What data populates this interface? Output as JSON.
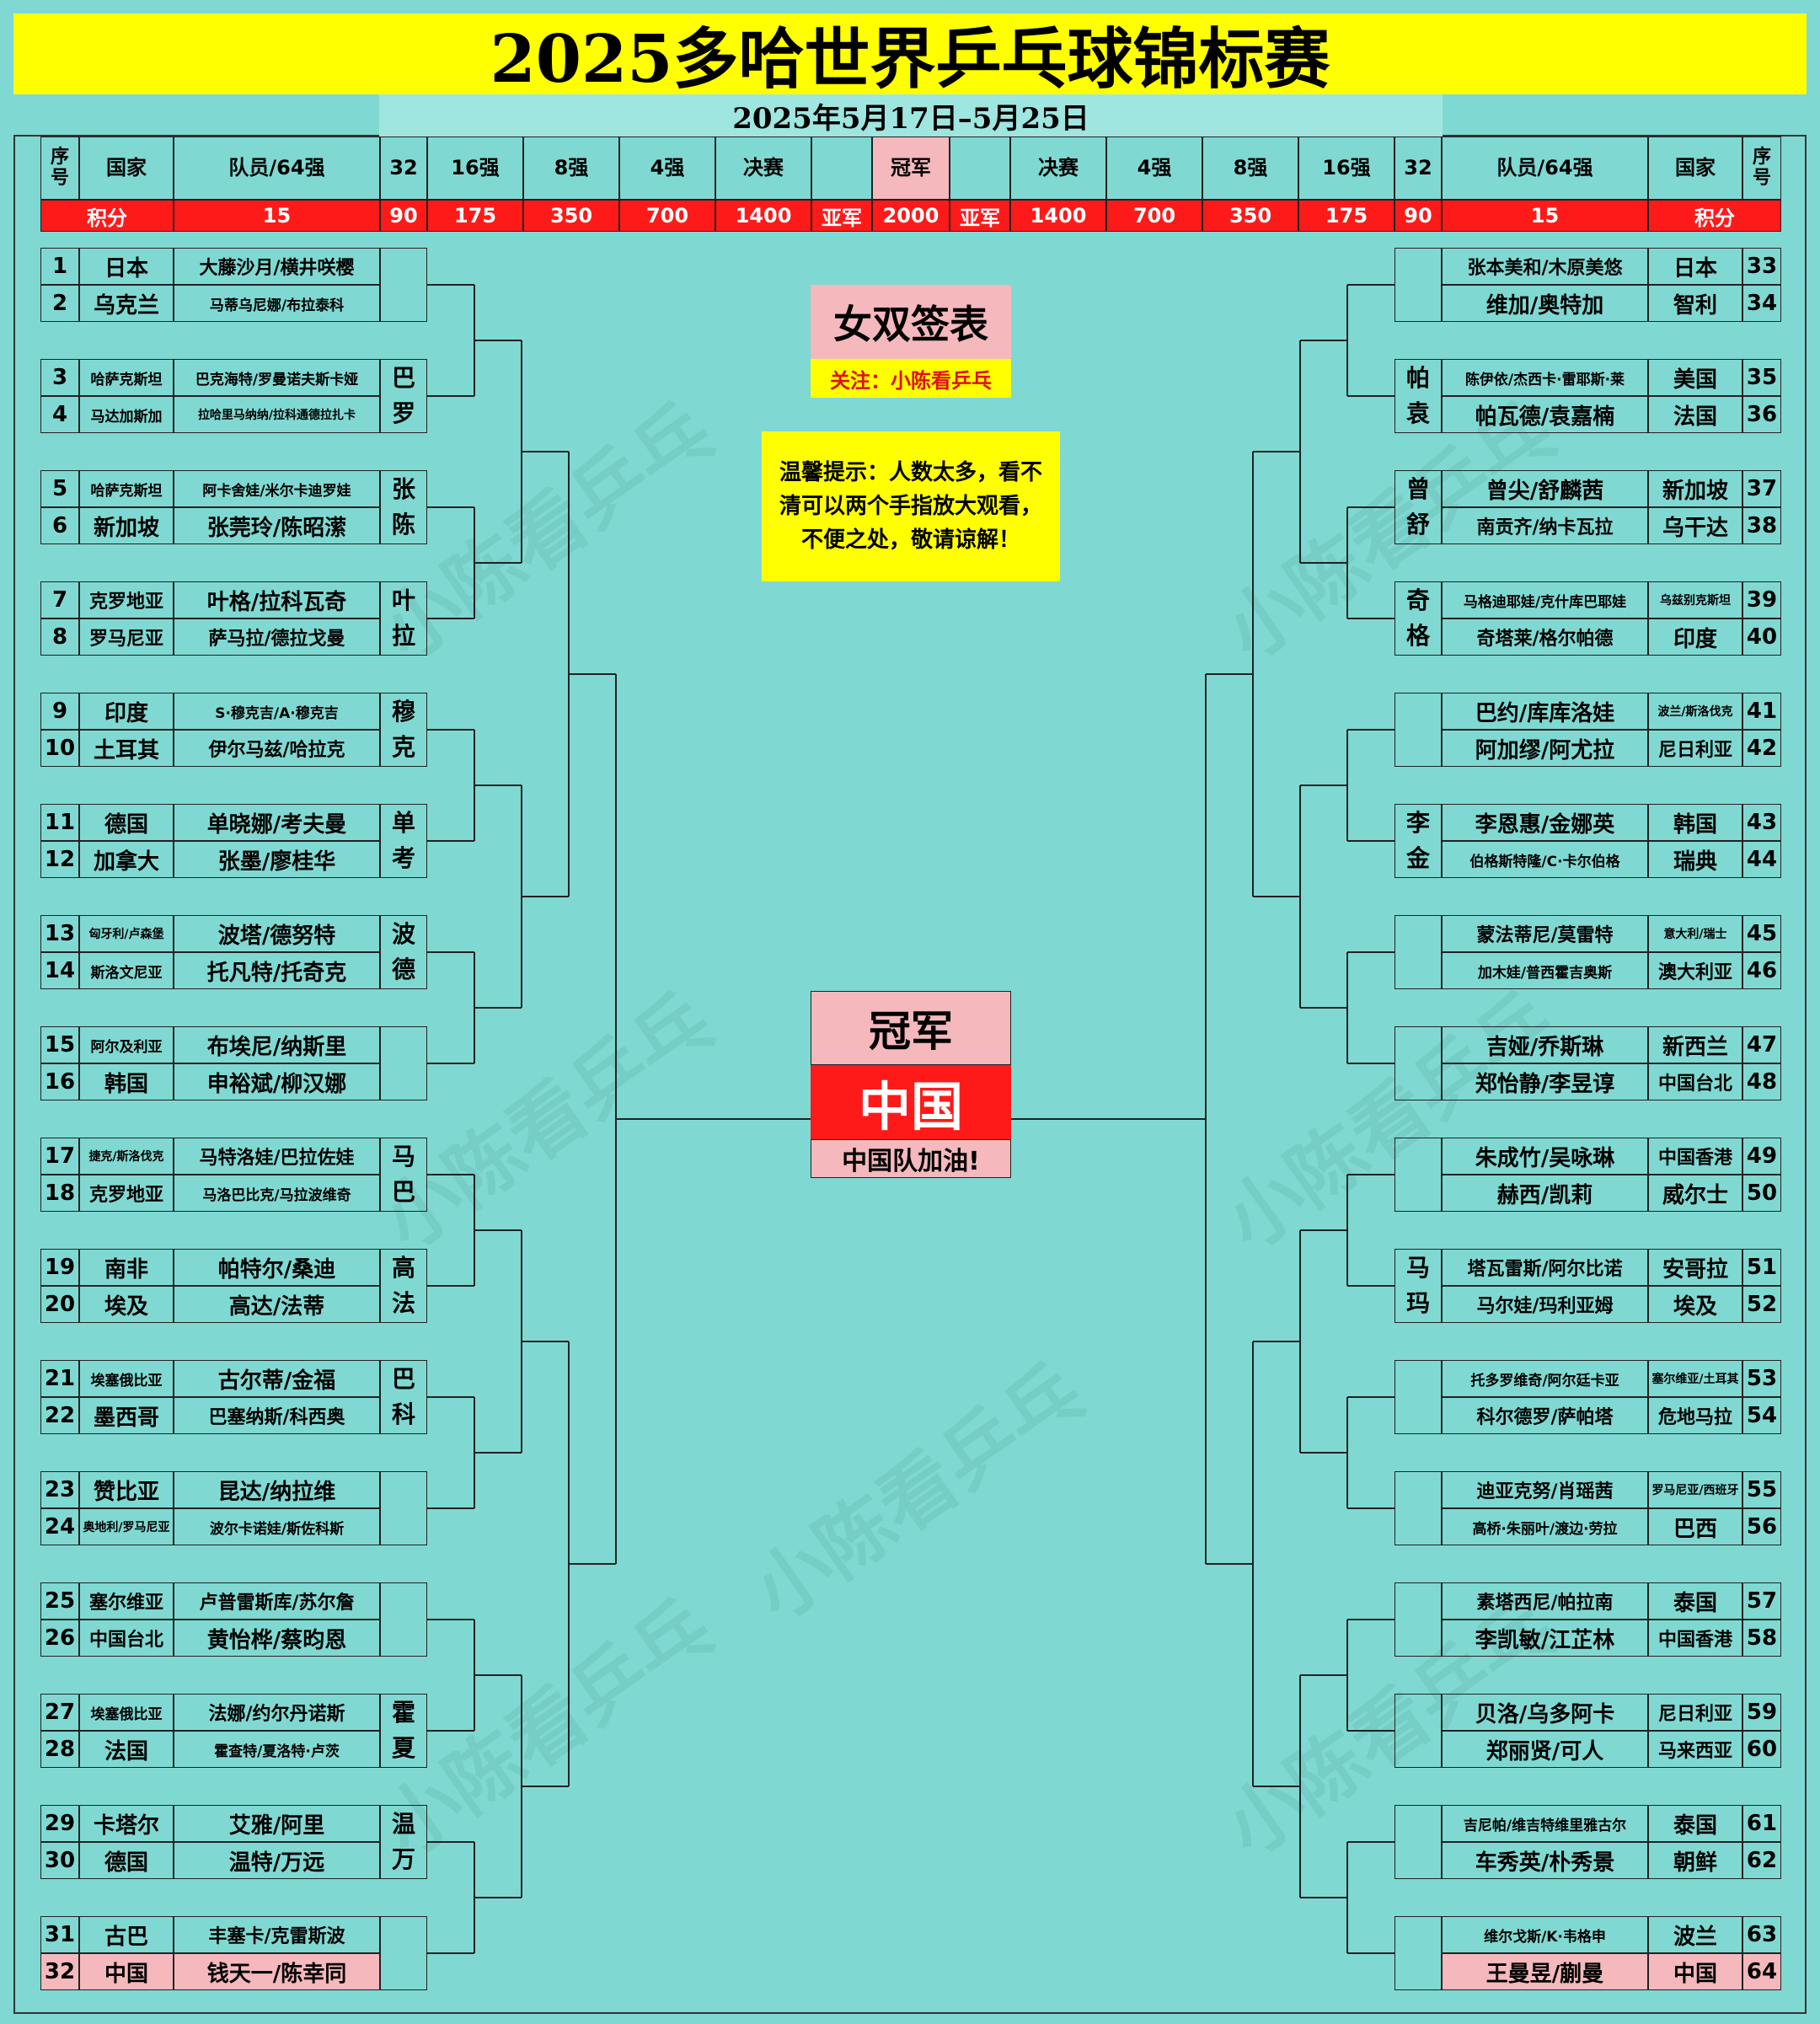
{
  "title": "2025多哈世界乒乓球锦标赛",
  "date_range": "2025年5月17日–5月25日",
  "header_left": {
    "seq": "序号",
    "country": "国家",
    "team": "队员/64强",
    "r32": "32",
    "r16": "16强",
    "qf": "8强",
    "sf": "4强",
    "final": "决赛"
  },
  "header_center": "冠军",
  "header_right": {
    "final": "决赛",
    "sf": "4强",
    "qf": "8强",
    "r16": "16强",
    "r32": "32",
    "team": "队员/64强",
    "country": "国家",
    "seq": "序号"
  },
  "points_left": {
    "label": "积分",
    "team": "15",
    "r32": "90",
    "r16": "175",
    "qf": "350",
    "sf": "700",
    "final": "1400",
    "runner": "亚军"
  },
  "points_center": "2000",
  "points_right": {
    "runner": "亚军",
    "final": "1400",
    "sf": "700",
    "qf": "350",
    "r16": "175",
    "r32": "90",
    "team": "15",
    "label": "积分"
  },
  "sheet_title": "女双签表",
  "follow": "关注：小陈看乒乓",
  "tip": "温馨提示：人数太多，看不清可以两个手指放大观看，不便之处，敬请谅解！",
  "champion_label": "冠军",
  "champion": "中国",
  "cheer": "中国队加油!",
  "watermark": "小陈看乒乓",
  "left": [
    {
      "n": "1",
      "c": "日本",
      "t": "大藤沙月/横井咲樱"
    },
    {
      "n": "2",
      "c": "乌克兰",
      "t": "马蒂乌尼娜/布拉泰科"
    },
    {
      "n": "3",
      "c": "哈萨克斯坦",
      "t": "巴克海特/罗曼诺夫斯卡娅"
    },
    {
      "n": "4",
      "c": "马达加斯加",
      "t": "拉哈里马纳纳/拉科通德拉扎卡"
    },
    {
      "n": "5",
      "c": "哈萨克斯坦",
      "t": "阿卡舍娃/米尔卡迪罗娃"
    },
    {
      "n": "6",
      "c": "新加坡",
      "t": "张莞玲/陈昭潆"
    },
    {
      "n": "7",
      "c": "克罗地亚",
      "t": "叶格/拉科瓦奇"
    },
    {
      "n": "8",
      "c": "罗马尼亚",
      "t": "萨马拉/德拉戈曼"
    },
    {
      "n": "9",
      "c": "印度",
      "t": "S·穆克吉/A·穆克吉"
    },
    {
      "n": "10",
      "c": "土耳其",
      "t": "伊尔马兹/哈拉克"
    },
    {
      "n": "11",
      "c": "德国",
      "t": "单晓娜/考夫曼"
    },
    {
      "n": "12",
      "c": "加拿大",
      "t": "张墨/廖桂华"
    },
    {
      "n": "13",
      "c": "匈牙利/卢森堡",
      "t": "波塔/德努特"
    },
    {
      "n": "14",
      "c": "斯洛文尼亚",
      "t": "托凡特/托奇克"
    },
    {
      "n": "15",
      "c": "阿尔及利亚",
      "t": "布埃尼/纳斯里"
    },
    {
      "n": "16",
      "c": "韩国",
      "t": "申裕斌/柳汉娜"
    },
    {
      "n": "17",
      "c": "捷克/斯洛伐克",
      "t": "马特洛娃/巴拉佐娃"
    },
    {
      "n": "18",
      "c": "克罗地亚",
      "t": "马洛巴比克/马拉波维奇"
    },
    {
      "n": "19",
      "c": "南非",
      "t": "帕特尔/桑迪"
    },
    {
      "n": "20",
      "c": "埃及",
      "t": "高达/法蒂"
    },
    {
      "n": "21",
      "c": "埃塞俄比亚",
      "t": "古尔蒂/金福"
    },
    {
      "n": "22",
      "c": "墨西哥",
      "t": "巴塞纳斯/科西奥"
    },
    {
      "n": "23",
      "c": "赞比亚",
      "t": "昆达/纳拉维"
    },
    {
      "n": "24",
      "c": "奥地利/罗马尼亚",
      "t": "波尔卡诺娃/斯佐科斯"
    },
    {
      "n": "25",
      "c": "塞尔维亚",
      "t": "卢普雷斯库/苏尔詹"
    },
    {
      "n": "26",
      "c": "中国台北",
      "t": "黄怡桦/蔡昀恩"
    },
    {
      "n": "27",
      "c": "埃塞俄比亚",
      "t": "法娜/约尔丹诺斯"
    },
    {
      "n": "28",
      "c": "法国",
      "t": "霍查特/夏洛特·卢茨"
    },
    {
      "n": "29",
      "c": "卡塔尔",
      "t": "艾雅/阿里"
    },
    {
      "n": "30",
      "c": "德国",
      "t": "温特/万远"
    },
    {
      "n": "31",
      "c": "古巴",
      "t": "丰塞卡/克雷斯波"
    },
    {
      "n": "32",
      "c": "中国",
      "t": "钱天一/陈幸同"
    }
  ],
  "right": [
    {
      "n": "33",
      "c": "日本",
      "t": "张本美和/木原美悠"
    },
    {
      "n": "34",
      "c": "智利",
      "t": "维加/奥特加"
    },
    {
      "n": "35",
      "c": "美国",
      "t": "陈伊依/杰西卡·雷耶斯·莱"
    },
    {
      "n": "36",
      "c": "法国",
      "t": "帕瓦德/袁嘉楠"
    },
    {
      "n": "37",
      "c": "新加坡",
      "t": "曾尖/舒麟茜"
    },
    {
      "n": "38",
      "c": "乌干达",
      "t": "南贡齐/纳卡瓦拉"
    },
    {
      "n": "39",
      "c": "乌兹别克斯坦",
      "t": "马格迪耶娃/克什库巴耶娃"
    },
    {
      "n": "40",
      "c": "印度",
      "t": "奇塔莱/格尔帕德"
    },
    {
      "n": "41",
      "c": "波兰/斯洛伐克",
      "t": "巴约/库库洛娃"
    },
    {
      "n": "42",
      "c": "尼日利亚",
      "t": "阿加缪/阿尤拉"
    },
    {
      "n": "43",
      "c": "韩国",
      "t": "李恩惠/金娜英"
    },
    {
      "n": "44",
      "c": "瑞典",
      "t": "伯格斯特隆/C·卡尔伯格"
    },
    {
      "n": "45",
      "c": "意大利/瑞士",
      "t": "蒙法蒂尼/莫雷特"
    },
    {
      "n": "46",
      "c": "澳大利亚",
      "t": "加木娃/普西霍吉奥斯"
    },
    {
      "n": "47",
      "c": "新西兰",
      "t": "吉娅/乔斯琳"
    },
    {
      "n": "48",
      "c": "中国台北",
      "t": "郑怡静/李昱谆"
    },
    {
      "n": "49",
      "c": "中国香港",
      "t": "朱成竹/吴咏琳"
    },
    {
      "n": "50",
      "c": "威尔士",
      "t": "赫西/凯莉"
    },
    {
      "n": "51",
      "c": "安哥拉",
      "t": "塔瓦雷斯/阿尔比诺"
    },
    {
      "n": "52",
      "c": "埃及",
      "t": "马尔娃/玛利亚姆"
    },
    {
      "n": "53",
      "c": "塞尔维亚/土耳其",
      "t": "托多罗维奇/阿尔廷卡亚"
    },
    {
      "n": "54",
      "c": "危地马拉",
      "t": "科尔德罗/萨帕塔"
    },
    {
      "n": "55",
      "c": "罗马尼亚/西班牙",
      "t": "迪亚克努/肖瑶茜"
    },
    {
      "n": "56",
      "c": "巴西",
      "t": "高桥·朱丽叶/渡边·劳拉"
    },
    {
      "n": "57",
      "c": "泰国",
      "t": "素塔西尼/帕拉南"
    },
    {
      "n": "58",
      "c": "中国香港",
      "t": "李凯敏/江芷林"
    },
    {
      "n": "59",
      "c": "尼日利亚",
      "t": "贝洛/乌多阿卡"
    },
    {
      "n": "60",
      "c": "马来西亚",
      "t": "郑丽贤/可人"
    },
    {
      "n": "61",
      "c": "泰国",
      "t": "吉尼帕/维吉特维里雅古尔"
    },
    {
      "n": "62",
      "c": "朝鲜",
      "t": "车秀英/朴秀景"
    },
    {
      "n": "63",
      "c": "波兰",
      "t": "维尔戈斯/K·韦格申"
    },
    {
      "n": "64",
      "c": "中国",
      "t": "王曼昱/蒯曼"
    }
  ],
  "left_r32": [
    {
      "a": "",
      "b": ""
    },
    {
      "a": "巴",
      "b": "罗"
    },
    {
      "a": "张",
      "b": "陈"
    },
    {
      "a": "叶",
      "b": "拉"
    },
    {
      "a": "穆",
      "b": "克"
    },
    {
      "a": "单",
      "b": "考"
    },
    {
      "a": "波",
      "b": "德"
    },
    {
      "a": "",
      "b": ""
    },
    {
      "a": "马",
      "b": "巴"
    },
    {
      "a": "高",
      "b": "法"
    },
    {
      "a": "巴",
      "b": "科"
    },
    {
      "a": "",
      "b": ""
    },
    {
      "a": "",
      "b": ""
    },
    {
      "a": "霍",
      "b": "夏"
    },
    {
      "a": "温",
      "b": "万"
    },
    {
      "a": "",
      "b": ""
    }
  ],
  "right_r32": [
    {
      "a": "",
      "b": ""
    },
    {
      "a": "帕",
      "b": "袁"
    },
    {
      "a": "曾",
      "b": "舒"
    },
    {
      "a": "奇",
      "b": "格"
    },
    {
      "a": "",
      "b": ""
    },
    {
      "a": "李",
      "b": "金"
    },
    {
      "a": "",
      "b": ""
    },
    {
      "a": "",
      "b": ""
    },
    {
      "a": "",
      "b": ""
    },
    {
      "a": "马",
      "b": "玛"
    },
    {
      "a": "",
      "b": ""
    },
    {
      "a": "",
      "b": ""
    },
    {
      "a": "",
      "b": ""
    },
    {
      "a": "",
      "b": ""
    },
    {
      "a": "",
      "b": ""
    },
    {
      "a": "",
      "b": ""
    }
  ],
  "highlight_rows": [
    "32",
    "64"
  ],
  "colors": {
    "bg": "#7fd9d2",
    "title": "#ffff00",
    "points": "#ff1a1a",
    "pink": "#f4b8bd",
    "red": "#ff1a1a"
  }
}
